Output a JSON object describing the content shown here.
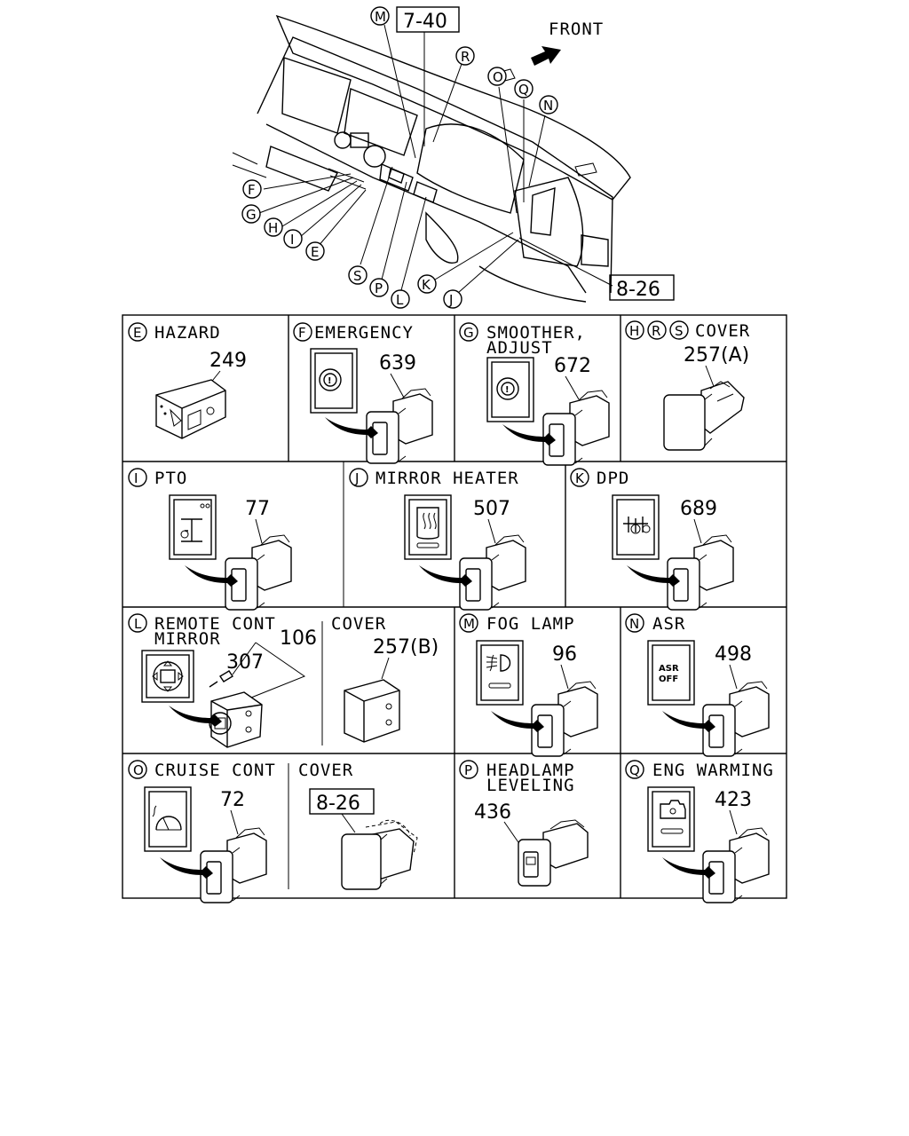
{
  "header": {
    "front_label": "FRONT",
    "ref_top": "7-40",
    "ref_bottom": "8-26"
  },
  "callouts": {
    "M": "M",
    "R": "R",
    "O": "O",
    "Q": "Q",
    "N": "N",
    "F": "F",
    "G": "G",
    "H": "H",
    "I": "I",
    "E": "E",
    "S": "S",
    "P": "P",
    "L": "L",
    "K": "K",
    "J": "J"
  },
  "cells": {
    "e": {
      "letter": "E",
      "title": "HAZARD",
      "part": "249"
    },
    "f": {
      "letter": "F",
      "title": "EMERGENCY",
      "part": "639"
    },
    "g": {
      "letter": "G",
      "title_line1": "SMOOTHER,",
      "title_line2": "ADJUST",
      "part": "672"
    },
    "hrs": {
      "letters": [
        "H",
        "R",
        "S"
      ],
      "title": "COVER",
      "part": "257(A)"
    },
    "i": {
      "letter": "I",
      "title": "PTO",
      "part": "77"
    },
    "j": {
      "letter": "J",
      "title": "MIRROR HEATER",
      "part": "507"
    },
    "k": {
      "letter": "K",
      "title": "DPD",
      "part": "689"
    },
    "l": {
      "letter": "L",
      "title_line1": "REMOTE CONT",
      "title_line2": "MIRROR",
      "part_main": "106",
      "part_screw": "307"
    },
    "l_cover": {
      "title": "COVER",
      "part": "257(B)"
    },
    "m": {
      "letter": "M",
      "title": "FOG LAMP",
      "part": "96"
    },
    "n": {
      "letter": "N",
      "title": "ASR",
      "part": "498",
      "icon_text_1": "ASR",
      "icon_text_2": "OFF"
    },
    "o": {
      "letter": "O",
      "title": "CRUISE CONT",
      "part": "72"
    },
    "o_cover": {
      "title": "COVER",
      "ref": "8-26"
    },
    "p": {
      "letter": "P",
      "title_line1": "HEADLAMP",
      "title_line2": "LEVELING",
      "part": "436"
    },
    "q": {
      "letter": "Q",
      "title": "ENG WARMING",
      "part": "423"
    }
  }
}
